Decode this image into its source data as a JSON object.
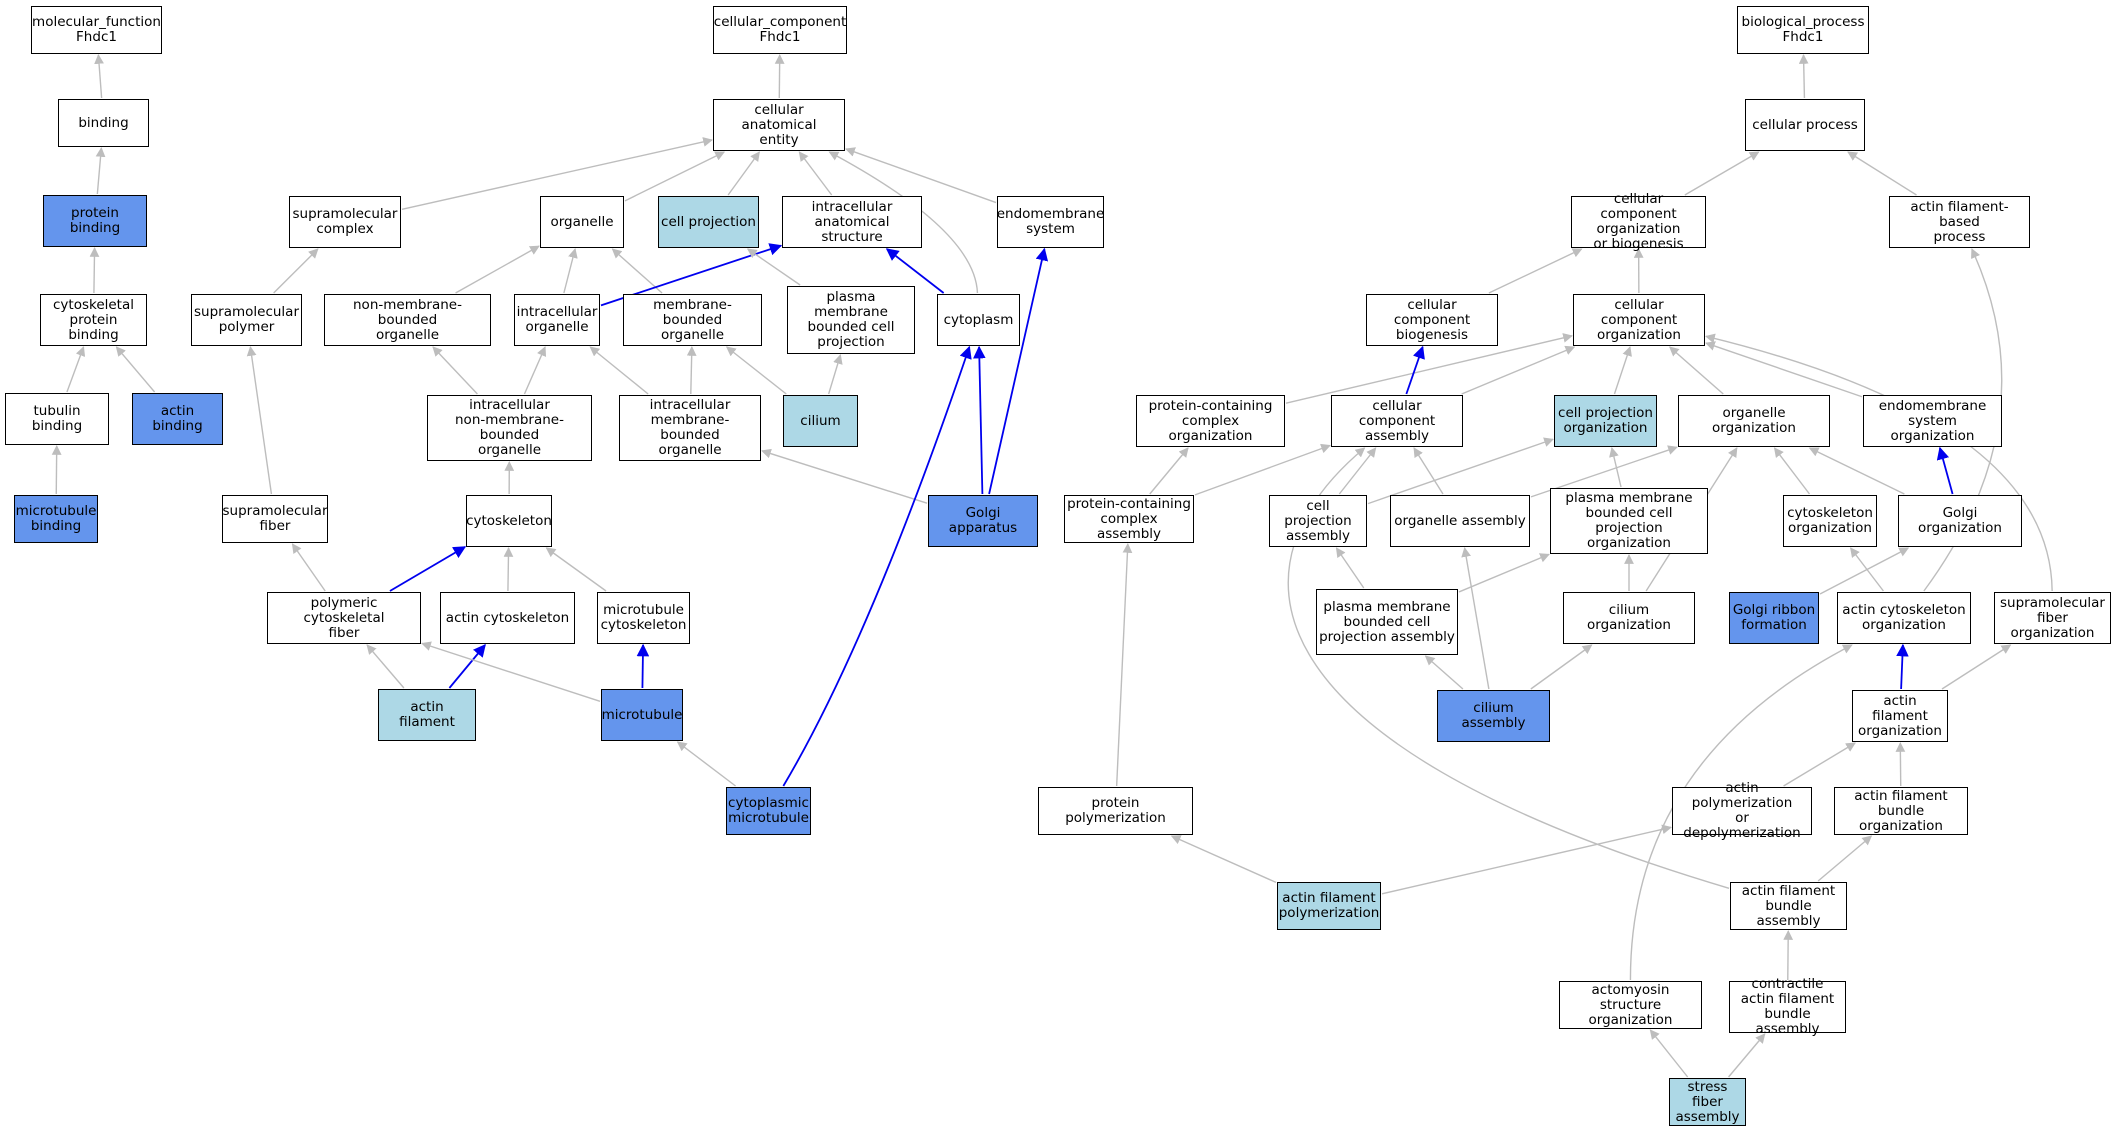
{
  "colors": {
    "plain": "#ffffff",
    "dark": "#6495ed",
    "light": "#add8e6",
    "edge": "#bdbdbd",
    "edge_highlight": "#0000ee"
  },
  "nodes": [
    {
      "id": "mf",
      "label": "molecular_function\nFhdc1",
      "fill": "plain"
    },
    {
      "id": "binding",
      "label": "binding",
      "fill": "plain"
    },
    {
      "id": "protein_binding",
      "label": "protein binding",
      "fill": "dark"
    },
    {
      "id": "cyto_prot_binding",
      "label": "cytoskeletal\nprotein binding",
      "fill": "plain"
    },
    {
      "id": "tubulin_binding",
      "label": "tubulin binding",
      "fill": "plain"
    },
    {
      "id": "actin_binding",
      "label": "actin binding",
      "fill": "dark"
    },
    {
      "id": "mt_binding",
      "label": "microtubule\nbinding",
      "fill": "dark"
    },
    {
      "id": "cc",
      "label": "cellular_component\nFhdc1",
      "fill": "plain"
    },
    {
      "id": "cae",
      "label": "cellular anatomical\nentity",
      "fill": "plain"
    },
    {
      "id": "supra_complex",
      "label": "supramolecular\ncomplex",
      "fill": "plain"
    },
    {
      "id": "organelle",
      "label": "organelle",
      "fill": "plain"
    },
    {
      "id": "cell_projection",
      "label": "cell projection",
      "fill": "light"
    },
    {
      "id": "ias",
      "label": "intracellular\nanatomical structure",
      "fill": "plain"
    },
    {
      "id": "endomembrane",
      "label": "endomembrane\nsystem",
      "fill": "plain"
    },
    {
      "id": "supra_polymer",
      "label": "supramolecular\npolymer",
      "fill": "plain"
    },
    {
      "id": "nonmem_org",
      "label": "non-membrane-bounded\norganelle",
      "fill": "plain"
    },
    {
      "id": "intra_org",
      "label": "intracellular\norganelle",
      "fill": "plain"
    },
    {
      "id": "mem_org",
      "label": "membrane-bounded\norganelle",
      "fill": "plain"
    },
    {
      "id": "pm_proj",
      "label": "plasma membrane\nbounded cell\nprojection",
      "fill": "plain"
    },
    {
      "id": "cytoplasm",
      "label": "cytoplasm",
      "fill": "plain"
    },
    {
      "id": "intra_nonmem",
      "label": "intracellular\nnon-membrane-bounded\norganelle",
      "fill": "plain"
    },
    {
      "id": "intra_mem",
      "label": "intracellular\nmembrane-bounded\norganelle",
      "fill": "plain"
    },
    {
      "id": "cilium",
      "label": "cilium",
      "fill": "light"
    },
    {
      "id": "supra_fiber",
      "label": "supramolecular\nfiber",
      "fill": "plain"
    },
    {
      "id": "cytoskeleton",
      "label": "cytoskeleton",
      "fill": "plain"
    },
    {
      "id": "golgi",
      "label": "Golgi apparatus",
      "fill": "dark"
    },
    {
      "id": "poly_cyto_fiber",
      "label": "polymeric cytoskeletal\nfiber",
      "fill": "plain"
    },
    {
      "id": "actin_cytoskeleton",
      "label": "actin cytoskeleton",
      "fill": "plain"
    },
    {
      "id": "mt_cytoskeleton",
      "label": "microtubule\ncytoskeleton",
      "fill": "plain"
    },
    {
      "id": "actin_filament",
      "label": "actin filament",
      "fill": "light"
    },
    {
      "id": "microtubule",
      "label": "microtubule",
      "fill": "dark"
    },
    {
      "id": "cyto_mt",
      "label": "cytoplasmic\nmicrotubule",
      "fill": "dark"
    },
    {
      "id": "bp",
      "label": "biological_process\nFhdc1",
      "fill": "plain"
    },
    {
      "id": "cell_process",
      "label": "cellular process",
      "fill": "plain"
    },
    {
      "id": "ccob",
      "label": "cellular component\norganization\nor biogenesis",
      "fill": "plain"
    },
    {
      "id": "afbp",
      "label": "actin filament-based\nprocess",
      "fill": "plain"
    },
    {
      "id": "cc_biogenesis",
      "label": "cellular component\nbiogenesis",
      "fill": "plain"
    },
    {
      "id": "cc_org",
      "label": "cellular component\norganization",
      "fill": "plain"
    },
    {
      "id": "pcco",
      "label": "protein-containing\ncomplex organization",
      "fill": "plain"
    },
    {
      "id": "cc_assembly",
      "label": "cellular component\nassembly",
      "fill": "plain"
    },
    {
      "id": "cell_proj_org",
      "label": "cell projection\norganization",
      "fill": "light"
    },
    {
      "id": "organelle_org",
      "label": "organelle organization",
      "fill": "plain"
    },
    {
      "id": "endo_org",
      "label": "endomembrane\nsystem organization",
      "fill": "plain"
    },
    {
      "id": "pcca",
      "label": "protein-containing\ncomplex assembly",
      "fill": "plain"
    },
    {
      "id": "cell_proj_assembly",
      "label": "cell projection\nassembly",
      "fill": "plain"
    },
    {
      "id": "organelle_assembly",
      "label": "organelle assembly",
      "fill": "plain"
    },
    {
      "id": "pm_proj_org",
      "label": "plasma membrane\nbounded cell\nprojection organization",
      "fill": "plain"
    },
    {
      "id": "cytoskeleton_org",
      "label": "cytoskeleton\norganization",
      "fill": "plain"
    },
    {
      "id": "golgi_org",
      "label": "Golgi organization",
      "fill": "plain"
    },
    {
      "id": "pm_proj_assembly",
      "label": "plasma membrane\nbounded cell\nprojection assembly",
      "fill": "plain"
    },
    {
      "id": "cilium_org",
      "label": "cilium organization",
      "fill": "plain"
    },
    {
      "id": "golgi_ribbon",
      "label": "Golgi ribbon\nformation",
      "fill": "dark"
    },
    {
      "id": "actin_cyto_org",
      "label": "actin cytoskeleton\norganization",
      "fill": "plain"
    },
    {
      "id": "supra_fiber_org",
      "label": "supramolecular\nfiber organization",
      "fill": "plain"
    },
    {
      "id": "cilium_assembly",
      "label": "cilium assembly",
      "fill": "dark"
    },
    {
      "id": "af_org",
      "label": "actin filament\norganization",
      "fill": "plain"
    },
    {
      "id": "protein_polym",
      "label": "protein polymerization",
      "fill": "plain"
    },
    {
      "id": "actin_polym_depolym",
      "label": "actin polymerization\nor depolymerization",
      "fill": "plain"
    },
    {
      "id": "af_bundle_org",
      "label": "actin filament\nbundle organization",
      "fill": "plain"
    },
    {
      "id": "af_polym",
      "label": "actin filament\npolymerization",
      "fill": "light"
    },
    {
      "id": "af_bundle_assembly",
      "label": "actin filament\nbundle assembly",
      "fill": "plain"
    },
    {
      "id": "actomyosin_org",
      "label": "actomyosin structure\norganization",
      "fill": "plain"
    },
    {
      "id": "contractile_af",
      "label": "contractile\nactin filament\nbundle assembly",
      "fill": "plain"
    },
    {
      "id": "stress_fiber",
      "label": "stress fiber\nassembly",
      "fill": "light"
    }
  ],
  "edges": [
    {
      "from": "binding",
      "to": "mf",
      "hl": false
    },
    {
      "from": "protein_binding",
      "to": "binding",
      "hl": false
    },
    {
      "from": "cyto_prot_binding",
      "to": "protein_binding",
      "hl": false
    },
    {
      "from": "tubulin_binding",
      "to": "cyto_prot_binding",
      "hl": false
    },
    {
      "from": "actin_binding",
      "to": "cyto_prot_binding",
      "hl": false
    },
    {
      "from": "mt_binding",
      "to": "tubulin_binding",
      "hl": false
    },
    {
      "from": "cae",
      "to": "cc",
      "hl": false
    },
    {
      "from": "supra_complex",
      "to": "cae",
      "hl": false
    },
    {
      "from": "organelle",
      "to": "cae",
      "hl": false
    },
    {
      "from": "cell_projection",
      "to": "cae",
      "hl": false
    },
    {
      "from": "ias",
      "to": "cae",
      "hl": false
    },
    {
      "from": "endomembrane",
      "to": "cae",
      "hl": false
    },
    {
      "from": "cytoplasm",
      "to": "cae",
      "hl": false
    },
    {
      "from": "supra_polymer",
      "to": "supra_complex",
      "hl": false
    },
    {
      "from": "nonmem_org",
      "to": "organelle",
      "hl": false
    },
    {
      "from": "intra_org",
      "to": "organelle",
      "hl": false
    },
    {
      "from": "mem_org",
      "to": "organelle",
      "hl": false
    },
    {
      "from": "intra_org",
      "to": "ias",
      "hl": true
    },
    {
      "from": "pm_proj",
      "to": "cell_projection",
      "hl": false
    },
    {
      "from": "cytoplasm",
      "to": "ias",
      "hl": true
    },
    {
      "from": "intra_nonmem",
      "to": "nonmem_org",
      "hl": false
    },
    {
      "from": "intra_nonmem",
      "to": "intra_org",
      "hl": false
    },
    {
      "from": "intra_mem",
      "to": "intra_org",
      "hl": false
    },
    {
      "from": "intra_mem",
      "to": "mem_org",
      "hl": false
    },
    {
      "from": "cilium",
      "to": "mem_org",
      "hl": false
    },
    {
      "from": "cilium",
      "to": "pm_proj",
      "hl": false
    },
    {
      "from": "supra_fiber",
      "to": "supra_polymer",
      "hl": false
    },
    {
      "from": "cytoskeleton",
      "to": "intra_nonmem",
      "hl": false
    },
    {
      "from": "golgi",
      "to": "intra_mem",
      "hl": false
    },
    {
      "from": "golgi",
      "to": "cytoplasm",
      "hl": true
    },
    {
      "from": "golgi",
      "to": "endomembrane",
      "hl": true
    },
    {
      "from": "poly_cyto_fiber",
      "to": "supra_fiber",
      "hl": false
    },
    {
      "from": "poly_cyto_fiber",
      "to": "cytoskeleton",
      "hl": true
    },
    {
      "from": "actin_cytoskeleton",
      "to": "cytoskeleton",
      "hl": false
    },
    {
      "from": "mt_cytoskeleton",
      "to": "cytoskeleton",
      "hl": false
    },
    {
      "from": "actin_filament",
      "to": "poly_cyto_fiber",
      "hl": false
    },
    {
      "from": "actin_filament",
      "to": "actin_cytoskeleton",
      "hl": true
    },
    {
      "from": "microtubule",
      "to": "poly_cyto_fiber",
      "hl": false
    },
    {
      "from": "microtubule",
      "to": "mt_cytoskeleton",
      "hl": true
    },
    {
      "from": "cyto_mt",
      "to": "microtubule",
      "hl": false
    },
    {
      "from": "cyto_mt",
      "to": "cytoplasm",
      "hl": true
    },
    {
      "from": "cell_process",
      "to": "bp",
      "hl": false
    },
    {
      "from": "ccob",
      "to": "cell_process",
      "hl": false
    },
    {
      "from": "afbp",
      "to": "cell_process",
      "hl": false
    },
    {
      "from": "cc_biogenesis",
      "to": "ccob",
      "hl": false
    },
    {
      "from": "cc_org",
      "to": "ccob",
      "hl": false
    },
    {
      "from": "pcco",
      "to": "cc_org",
      "hl": false
    },
    {
      "from": "cc_assembly",
      "to": "cc_biogenesis",
      "hl": true
    },
    {
      "from": "cc_assembly",
      "to": "cc_org",
      "hl": false
    },
    {
      "from": "cell_proj_org",
      "to": "cc_org",
      "hl": false
    },
    {
      "from": "organelle_org",
      "to": "cc_org",
      "hl": false
    },
    {
      "from": "endo_org",
      "to": "cc_org",
      "hl": false
    },
    {
      "from": "pcca",
      "to": "pcco",
      "hl": false
    },
    {
      "from": "pcca",
      "to": "cc_assembly",
      "hl": false
    },
    {
      "from": "cell_proj_assembly",
      "to": "cc_assembly",
      "hl": false
    },
    {
      "from": "cell_proj_assembly",
      "to": "cell_proj_org",
      "hl": false
    },
    {
      "from": "organelle_assembly",
      "to": "cc_assembly",
      "hl": false
    },
    {
      "from": "organelle_assembly",
      "to": "organelle_org",
      "hl": false
    },
    {
      "from": "pm_proj_org",
      "to": "cell_proj_org",
      "hl": false
    },
    {
      "from": "cytoskeleton_org",
      "to": "organelle_org",
      "hl": false
    },
    {
      "from": "golgi_org",
      "to": "organelle_org",
      "hl": false
    },
    {
      "from": "golgi_org",
      "to": "endo_org",
      "hl": true
    },
    {
      "from": "pm_proj_assembly",
      "to": "cell_proj_assembly",
      "hl": false
    },
    {
      "from": "pm_proj_assembly",
      "to": "pm_proj_org",
      "hl": false
    },
    {
      "from": "cilium_org",
      "to": "organelle_org",
      "hl": false
    },
    {
      "from": "cilium_org",
      "to": "pm_proj_org",
      "hl": false
    },
    {
      "from": "golgi_ribbon",
      "to": "golgi_org",
      "hl": false
    },
    {
      "from": "actin_cyto_org",
      "to": "cytoskeleton_org",
      "hl": false
    },
    {
      "from": "actin_cyto_org",
      "to": "afbp",
      "hl": false
    },
    {
      "from": "supra_fiber_org",
      "to": "cc_org",
      "hl": false
    },
    {
      "from": "cilium_assembly",
      "to": "organelle_assembly",
      "hl": false
    },
    {
      "from": "cilium_assembly",
      "to": "pm_proj_assembly",
      "hl": false
    },
    {
      "from": "cilium_assembly",
      "to": "cilium_org",
      "hl": false
    },
    {
      "from": "af_org",
      "to": "actin_cyto_org",
      "hl": true
    },
    {
      "from": "af_org",
      "to": "supra_fiber_org",
      "hl": false
    },
    {
      "from": "protein_polym",
      "to": "pcca",
      "hl": false
    },
    {
      "from": "actin_polym_depolym",
      "to": "af_org",
      "hl": false
    },
    {
      "from": "af_bundle_org",
      "to": "af_org",
      "hl": false
    },
    {
      "from": "af_polym",
      "to": "protein_polym",
      "hl": false
    },
    {
      "from": "af_polym",
      "to": "actin_polym_depolym",
      "hl": false
    },
    {
      "from": "af_bundle_assembly",
      "to": "af_bundle_org",
      "hl": false
    },
    {
      "from": "af_bundle_assembly",
      "to": "cc_assembly",
      "hl": false
    },
    {
      "from": "actomyosin_org",
      "to": "actin_cyto_org",
      "hl": false
    },
    {
      "from": "contractile_af",
      "to": "af_bundle_assembly",
      "hl": false
    },
    {
      "from": "stress_fiber",
      "to": "actomyosin_org",
      "hl": false
    },
    {
      "from": "stress_fiber",
      "to": "contractile_af",
      "hl": false
    }
  ]
}
